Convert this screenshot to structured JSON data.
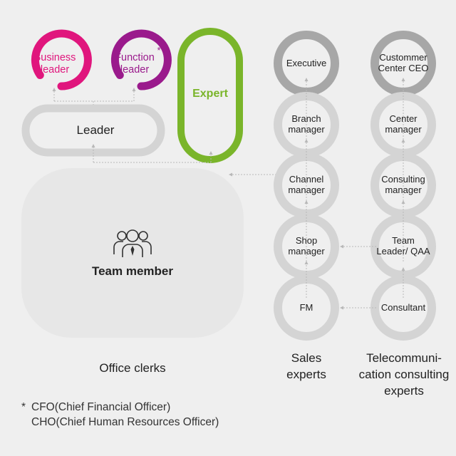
{
  "colors": {
    "business": "#e0167d",
    "function": "#9a1a8c",
    "expert": "#7ab52a",
    "ring_gray": "#d4d4d4",
    "ring_dark": "#a7a7a7",
    "box_fill": "#e7e7e7",
    "connector": "#b8b8b8"
  },
  "office": {
    "business_leader": "Business leader",
    "function_leader": "Function leader",
    "function_mark": "*",
    "expert": "Expert",
    "leader": "Leader",
    "team_member": "Team member",
    "team_icon": "team-people-icon",
    "caption": "Office clerks"
  },
  "sales": {
    "nodes": [
      "Executive",
      "Branch manager",
      "Channel manager",
      "Shop manager",
      "FM"
    ],
    "caption": "Sales experts"
  },
  "tele": {
    "nodes": [
      "Custommer Center CEO",
      "Center manager",
      "Consulting manager",
      "Team Leader/ QAA",
      "Consultant"
    ],
    "caption": "Telecommuni- cation consulting experts"
  },
  "footnote": {
    "mark": "*",
    "line1": "CFO(Chief Financial Officer)",
    "line2": "CHO(Chief Human Resources Officer)"
  }
}
